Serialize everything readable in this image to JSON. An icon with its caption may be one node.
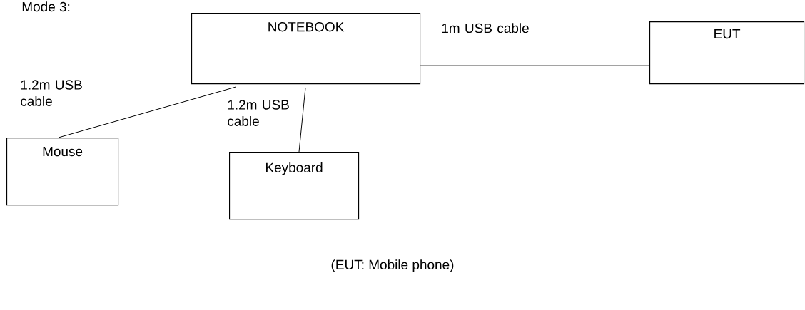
{
  "diagram": {
    "title": "Mode 3:",
    "nodes": [
      {
        "text": [
          "NOTEBOOK"
        ]
      },
      {
        "text": [
          "EUT"
        ]
      },
      {
        "text": [
          "Mouse"
        ]
      },
      {
        "text": [
          "Keyboard"
        ]
      }
    ],
    "edges": [
      {
        "from": 0,
        "to": 1,
        "arrow": "none",
        "label": "1m USB cable"
      },
      {
        "from": 0,
        "to": 2,
        "arrow": "none",
        "label": "1.2m USB cable"
      },
      {
        "from": 0,
        "to": 3,
        "arrow": "none",
        "label": "1.2m USB cable"
      }
    ],
    "caption": "(EUT: Mobile phone)"
  }
}
